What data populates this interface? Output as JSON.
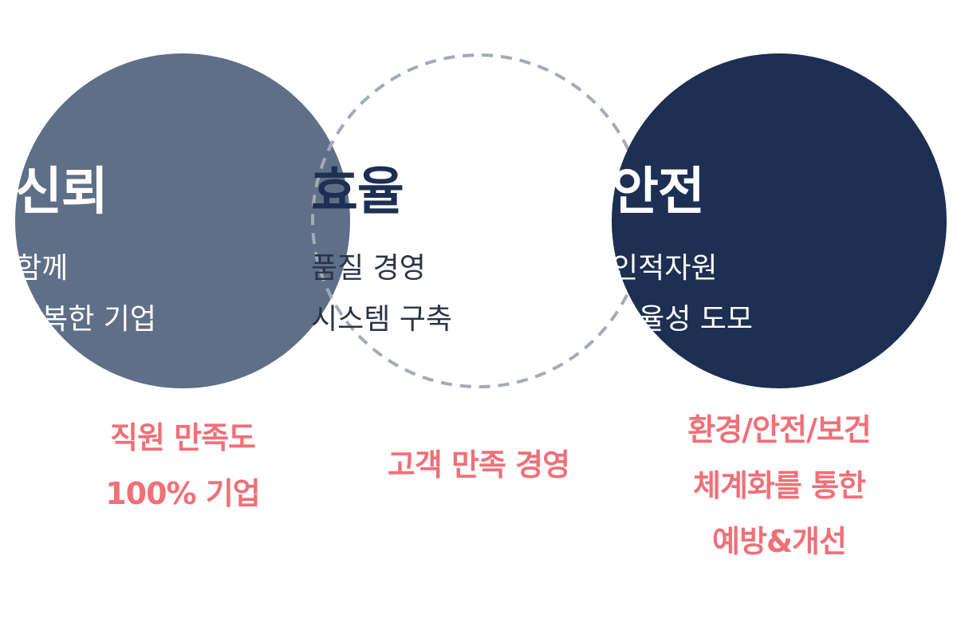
{
  "colors": {
    "left_circle": "#5f6f87",
    "right_circle": "#1d2f52",
    "dashed_ring": "#a2abb8",
    "accent_text": "#ef7078",
    "dark_text": "#1d2f52"
  },
  "circles": [
    {
      "title": "신뢰",
      "lines": [
        "함께",
        "행복한 기업"
      ],
      "note": [
        "직원 만족도",
        "100% 기업"
      ]
    },
    {
      "title": "효율",
      "lines": [
        "품질 경영",
        "시스템 구축"
      ],
      "note": [
        "고객 만족 경영"
      ]
    },
    {
      "title": "안전",
      "lines": [
        "인적자원",
        "효율성 도모"
      ],
      "note": [
        "환경/안전/보건",
        "체계화를 통한",
        "예방&개선"
      ]
    }
  ]
}
